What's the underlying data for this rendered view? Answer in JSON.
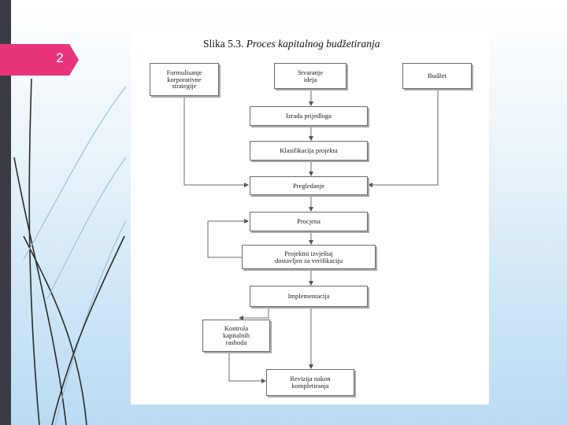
{
  "slide": {
    "page_number": "2",
    "colors": {
      "accent": "#e8347b",
      "left_bar": "#3b3b46"
    }
  },
  "figure": {
    "title_prefix": "Slika 5.3.",
    "title_italic": "Proces kapitalnog budžetiranja",
    "nodes": {
      "formulisanje": "Formulisanje\nkorporativne\nstrategije",
      "stvaranje": "Stvaranje\nideja",
      "budzet": "Budžet",
      "izrada": "Izrada prijedloga",
      "klasifikacija": "Klasifikacija projekta",
      "pregledanje": "Pregledanje",
      "procjena": "Procjena",
      "izvjestaj": "Projektni izvještaj\ndostavljen za verifikaciju",
      "implementacija": "Implementacija",
      "kontrola": "Kontrola\nkapitalnih\nrashoda",
      "revizija": "Revizija nakon\nkompletiranja"
    }
  }
}
